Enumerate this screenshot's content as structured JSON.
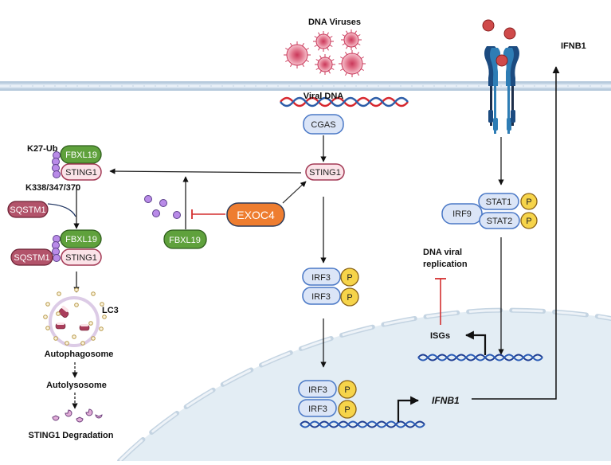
{
  "title": "EXOC4 regulation of cGAS-STING1 signaling",
  "labels": {
    "dna_viruses": "DNA Viruses",
    "viral_dna": "Viral DNA",
    "ifnb1_top": "IFNB1",
    "k27_ub": "K27-Ub",
    "k338": "K338/347/370",
    "lc3": "LC3",
    "autophagosome": "Autophagosome",
    "autolysosome": "Autolysosome",
    "degradation": "STING1 Degradation",
    "dna_viral_replication_1": "DNA viral",
    "dna_viral_replication_2": "replication",
    "isgs": "ISGs",
    "ifnb1_gene": "IFNB1"
  },
  "nodes": {
    "cgas": "CGAS",
    "sting1_center": "STING1",
    "exoc4": "EXOC4",
    "fbxl19_free": "FBXL19",
    "fbxl19_top": "FBXL19",
    "sting1_top": "STING1",
    "sqstm1_free": "SQSTM1",
    "fbxl19_bottom": "FBXL19",
    "sting1_bottom": "STING1",
    "sqstm1_bound": "SQSTM1",
    "irf3_cyto_1": "IRF3",
    "irf3_cyto_2": "IRF3",
    "irf3_nuc_1": "IRF3",
    "irf3_nuc_2": "IRF3",
    "irf9": "IRF9",
    "stat1": "STAT1",
    "stat2": "STAT2",
    "phospho": "P"
  },
  "colors": {
    "fbxl19": "#5fa13c",
    "sting1_fill": "#fbe3e8",
    "sting1_stroke": "#a33a55",
    "sqstm1": "#b2536a",
    "exoc4": "#ee7d30",
    "irf_fill": "#dbe5f7",
    "irf_stroke": "#4a78c6",
    "phospho_fill": "#f6d44a",
    "phospho_stroke": "#8a6215",
    "inhibit": "#d32f2f",
    "nucleus": "#e3edf4",
    "membrane": "#c9d9e8",
    "ubiquitin": "#b98be8"
  }
}
